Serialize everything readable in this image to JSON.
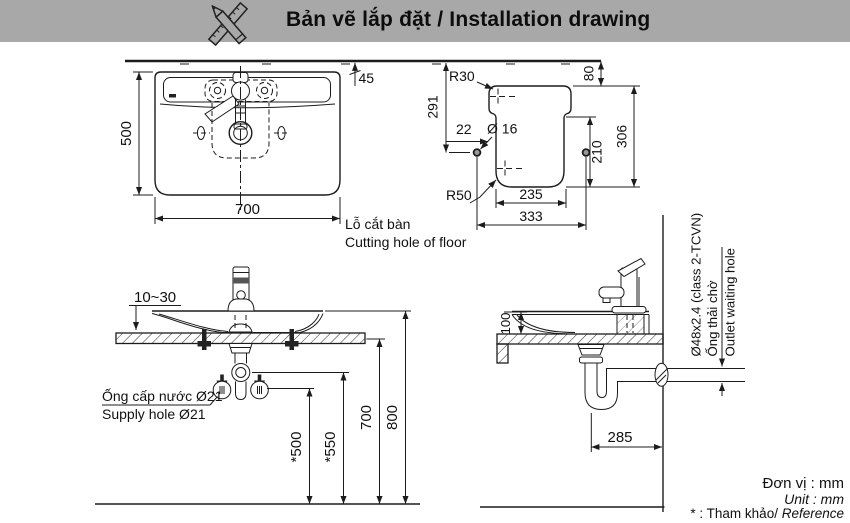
{
  "colors": {
    "header_bg": "#a8a8a8",
    "line": "#1c1c1c"
  },
  "header": {
    "title": "Bản vẽ lắp đặt / Installation drawing"
  },
  "top_view": {
    "caption_line1": "Lỗ cắt bàn",
    "caption_line2": "Cutting hole of floor",
    "dim_width": "700",
    "dim_depth": "500",
    "dim_back_gap": "45"
  },
  "cutout_view": {
    "dim_radius_top": "R30",
    "dim_left_height": "291",
    "dim_hole_edge": "22",
    "dim_hole_dia": "Ø 16",
    "dim_top_gap": "80",
    "dim_total_height": "306",
    "dim_right_height": "210",
    "dim_radius_bottom": "R50",
    "dim_inner_width": "235",
    "dim_hole_span": "333"
  },
  "front_view": {
    "dim_counter_thickness": "10~30",
    "supply_label_line1": "Ống cấp nước Ø21",
    "supply_label_line2": "Supply hole Ø21",
    "dim_supply_height": "*500",
    "dim_trap_height": "*550",
    "dim_counter_height": "700",
    "dim_rim_height": "800"
  },
  "side_view": {
    "dim_basin_height": "100",
    "dim_drain_to_wall": "285",
    "outlet_spec": "Ø48x2.4 (class 2-TCVN)",
    "outlet_label_vi": "Ống thải chờ",
    "outlet_label_en": "Outlet waiting hole"
  },
  "footer": {
    "unit_vi": "Đơn vị : mm",
    "unit_en": "Unit : mm",
    "ref_prefix": "* : Tham khảo/ ",
    "ref_word": "Reference"
  }
}
